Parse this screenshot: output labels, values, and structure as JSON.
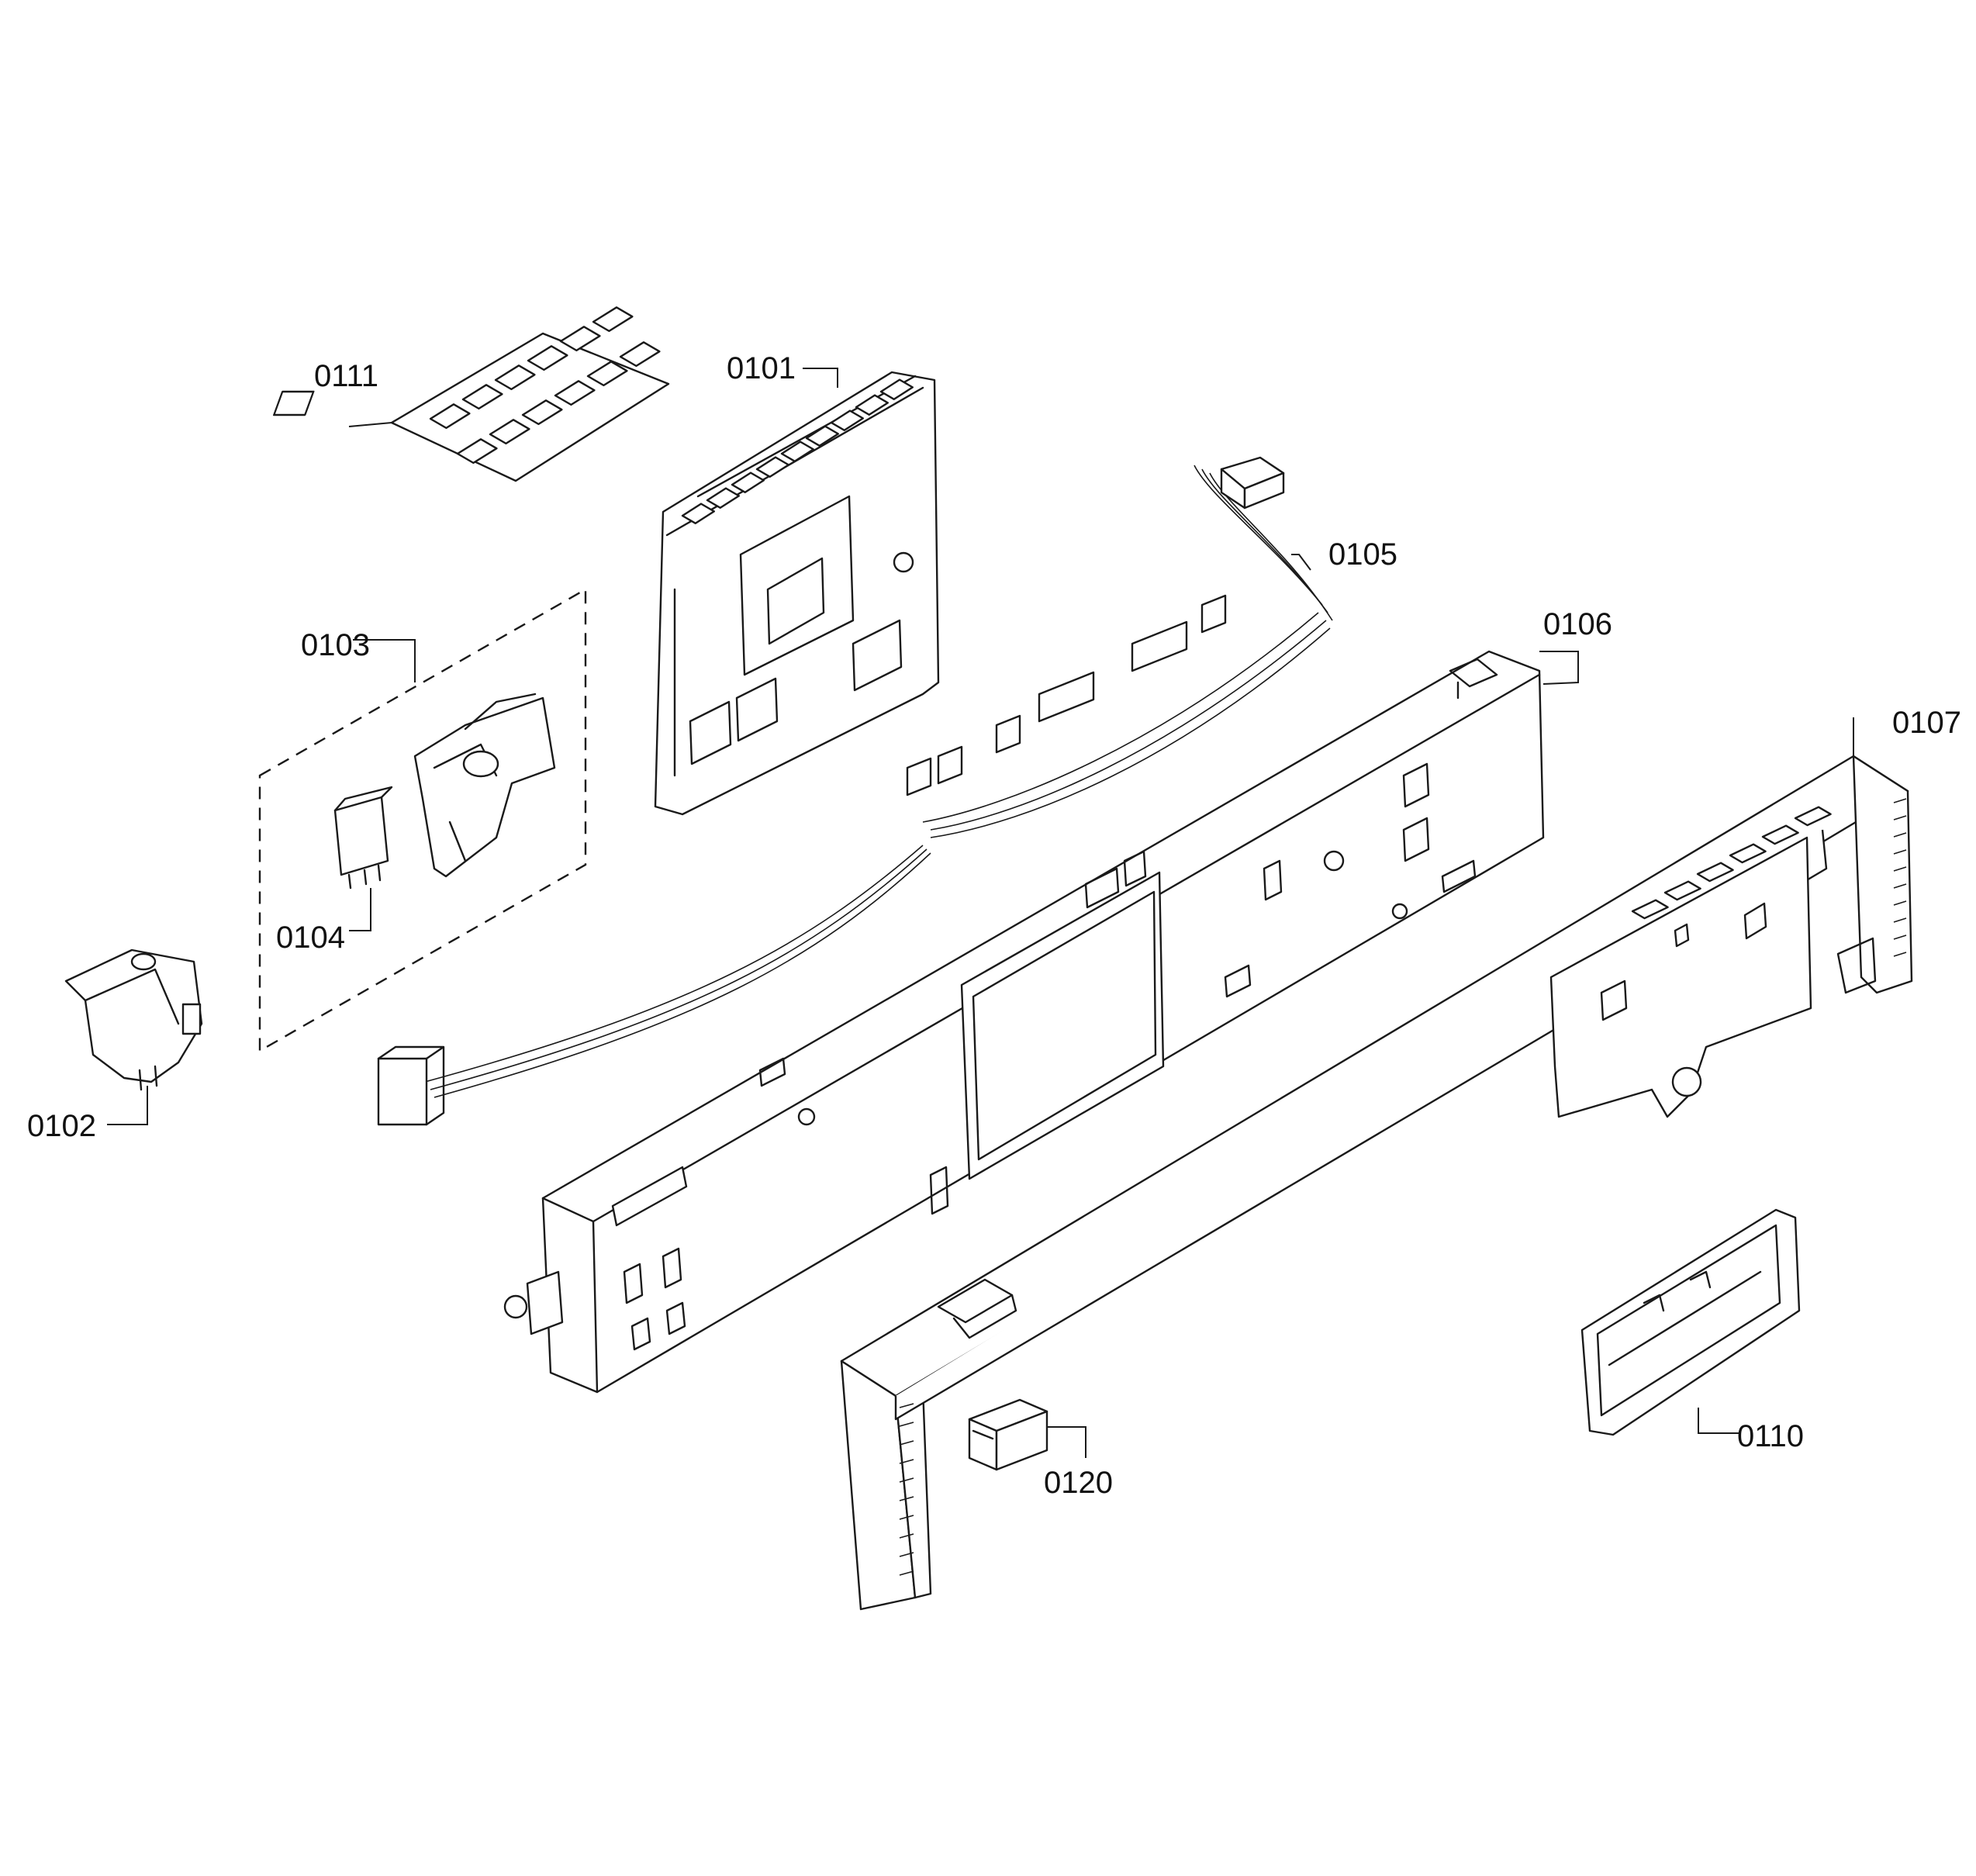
{
  "labels": {
    "p0101": "0101",
    "p0102": "0102",
    "p0103": "0103",
    "p0104": "0104",
    "p0105": "0105",
    "p0106": "0106",
    "p0107": "0107",
    "p0110": "0110",
    "p0111": "0111",
    "p0120": "0120"
  }
}
